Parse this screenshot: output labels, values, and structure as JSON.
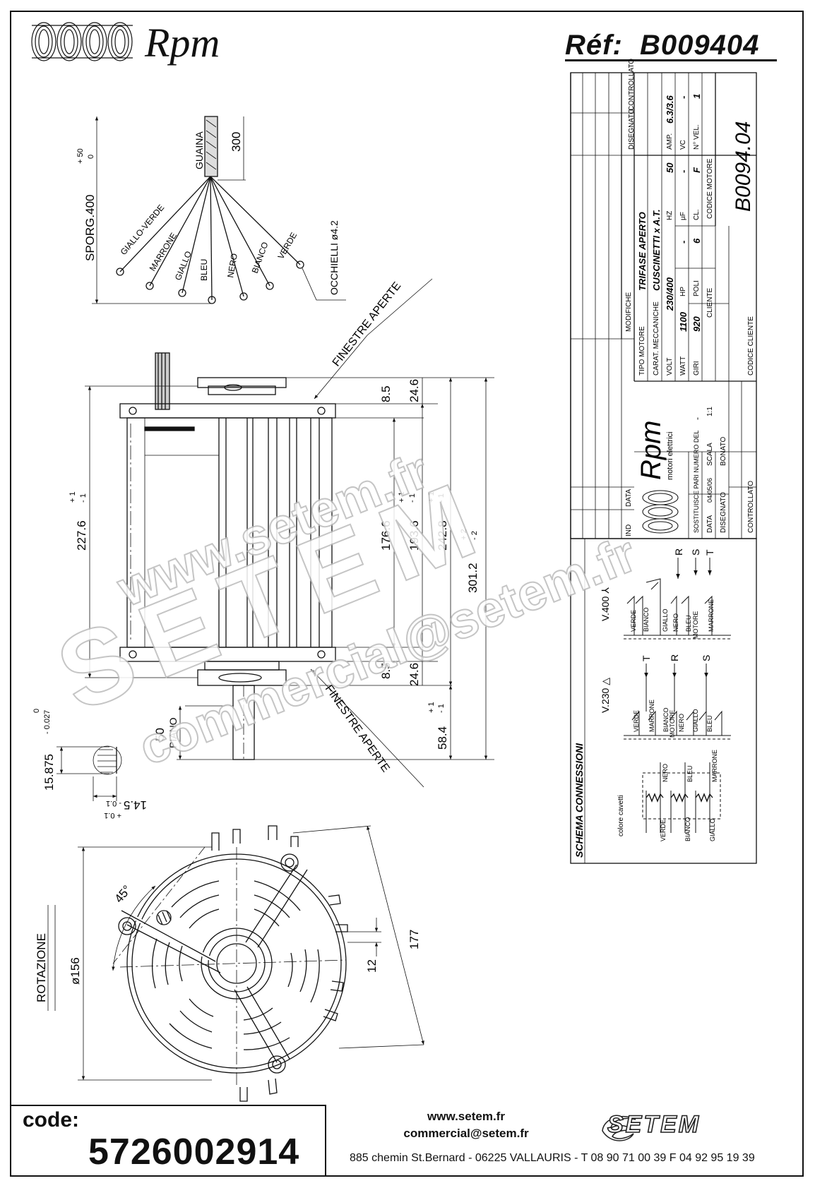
{
  "header": {
    "brand": "Rpm",
    "ref_label": "Réf:",
    "ref_value": "B009404"
  },
  "wiring": {
    "sporg": "SPORG.400",
    "sporg_tol_plus": "+ 50",
    "sporg_tol_zero": "0",
    "guaina": "GUAINA",
    "guaina_len": "300",
    "wires": [
      "GIALLO-VERDE",
      "MARRONE",
      "GIALLO",
      "BLEU",
      "NERO",
      "BIANCO",
      "VERDE"
    ],
    "occhielli": "OCCHIELLI ø4.2"
  },
  "side_view": {
    "finestre_top": "FINESTRE APERTE",
    "finestre_bottom": "FINESTRE APERTE",
    "dim_227": "227.6",
    "dim_227_tol": "+ 1\n- 1",
    "dim_176": "176.6",
    "dim_193": "193.6",
    "dim_193_tol": "+ 1\n- 1",
    "dim_242": "242.8",
    "dim_242_tol": "+ 1\n- 1",
    "dim_301": "301.2",
    "dim_301_tol": "+ 2\n- 2",
    "dim_8_5_top": "8.5",
    "dim_24_6_top": "24.6",
    "dim_8_5_bot": "8.5",
    "dim_24_6_bot": "24.6",
    "dim_58": "58.4",
    "dim_58_tol": "+ 1\n- 1",
    "shaft_50": "50",
    "piano": "PIANO",
    "shaft_dia": "15.875",
    "shaft_dia_tol": "0\n- 0.027",
    "flat": "14.5",
    "flat_tol_minus": "- 0.1",
    "flat_tol_plus": "+ 0.1"
  },
  "front_view": {
    "rotazione": "ROTAZIONE",
    "dia156": "ø156",
    "angle": "45°",
    "dim177": "177",
    "dim12": "12"
  },
  "title_block": {
    "col_disegnato": "DISEGNATO",
    "col_controllato": "CONTROLLATO",
    "modifiche": "MODIFICHE",
    "tipo_motore_label": "TIPO MOTORE",
    "tipo_motore_value": "TRIFASE APERTO",
    "carat_label": "CARAT. MECCANICHE",
    "carat_value": "CUSCINETTI x A.T.",
    "volt_label": "VOLT",
    "volt_value": "230/400",
    "hz_label": "HZ",
    "hz_value": "50",
    "amp_label": "AMP.",
    "amp_value": "6.3/3.6",
    "watt_label": "WATT",
    "watt_value": "1100",
    "hp_label": "HP",
    "hp_value": "-",
    "uf_label": "µF",
    "uf_value": "-",
    "vc_label": "VC",
    "vc_value": "-",
    "giri_label": "GIRI",
    "giri_value": "920",
    "poli_label": "POLI",
    "poli_value": "6",
    "cl_label": "CL.",
    "cl_value": "F",
    "nvel_label": "N° VEL.",
    "nvel_value": "1",
    "cliente_label": "CLIENTE",
    "codice_motore_label": "CODICE MOTORE",
    "codice_motore_value": "B0094.04",
    "codice_cliente_label": "CODICE CLIENTE",
    "ind": "IND",
    "data_col": "DATA",
    "logo_brand": "Rpm",
    "logo_sub": "motori elettrici",
    "sostituisce": "SOSTITUISCE PARI NUMERO DEL",
    "sostituisce_value": "-",
    "data_label": "DATA",
    "data_value": "04/05/06",
    "scala_label": "SCALA",
    "scala_value": "1:1",
    "disegnato_label": "DISEGNATO",
    "disegnato_value": "BONATO",
    "controllato_label": "CONTROLLATO"
  },
  "schema": {
    "title": "SCHEMA CONNESSIONI",
    "colore_cavetti": "colore cavetti",
    "v400": "V.400 ⅄",
    "v230": "V.230 △",
    "motore": "MOTORE",
    "phase_R": "R",
    "phase_S": "S",
    "phase_T": "T",
    "v400_wires": [
      "VERDE",
      "BIANCO",
      "GIALLO",
      "NERO",
      "BLEU",
      "MARRONE"
    ],
    "v230_wires": [
      "VERDE",
      "MARRONE",
      "BIANCO",
      "NERO",
      "GIALLO",
      "BLEU"
    ],
    "coil_top": [
      "NERO",
      "BLEU",
      "MARRONE"
    ],
    "coil_bottom": [
      "VERDE",
      "BIANCO",
      "GIALLO"
    ]
  },
  "watermark": {
    "line1": "www.setem.fr",
    "line2": "SETEM",
    "line3": "commercial@setem.fr"
  },
  "footer": {
    "code_label": "code:",
    "code_value": "5726002914",
    "web": "www.setem.fr",
    "email": "commercial@setem.fr",
    "address": "885 chemin St.Bernard  -  06225 VALLAURIS  -  T 08 90 71 00 39   F 04 92 95 19 39",
    "logo": "SETEM"
  }
}
